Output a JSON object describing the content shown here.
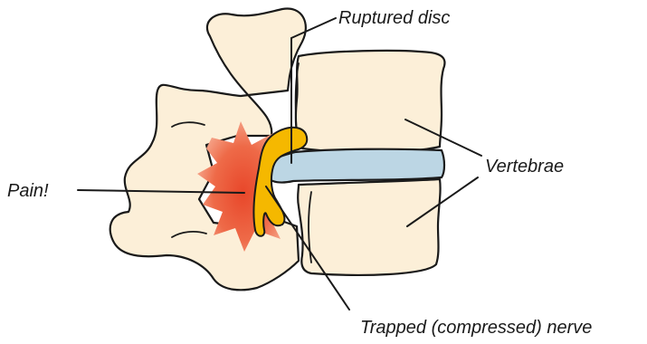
{
  "labels": {
    "ruptured_disc": "Ruptured disc",
    "vertebrae": "Vertebrae",
    "pain": "Pain!",
    "trapped_nerve": "Trapped (compressed) nerve"
  },
  "colors": {
    "bone": "#fcefd8",
    "disc": "#bcd6e4",
    "nerve": "#f5b800",
    "pain": "#e8472a"
  }
}
